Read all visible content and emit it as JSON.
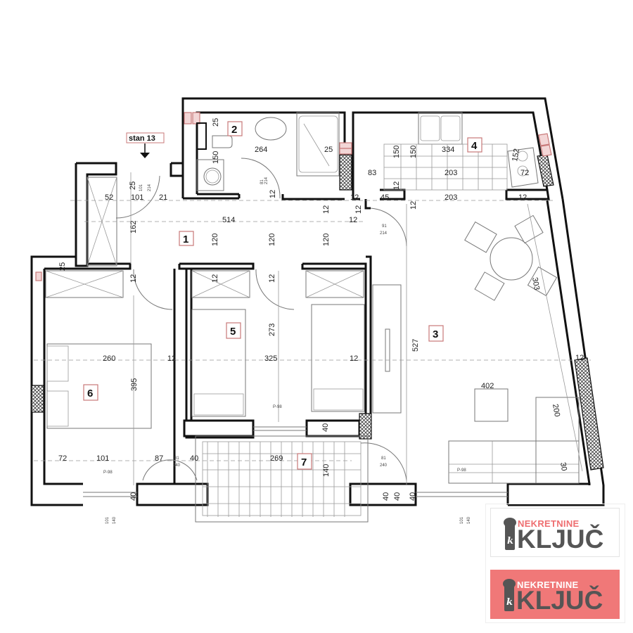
{
  "plan": {
    "apartment_label": "stan 13",
    "rooms": [
      {
        "number": "1"
      },
      {
        "number": "2"
      },
      {
        "number": "3"
      },
      {
        "number": "4"
      },
      {
        "number": "5"
      },
      {
        "number": "6"
      },
      {
        "number": "7"
      }
    ],
    "dimensions": {
      "entry_52": "52",
      "entry_101": "101",
      "entry_21": "21",
      "entry_25": "25",
      "entry_162": "162",
      "hall_514": "514",
      "hall_120a": "120",
      "hall_120b": "120",
      "hall_120c": "120",
      "hall_12a": "12",
      "hall_12b": "12",
      "hall_12c": "12",
      "hall_12d": "12",
      "hall_12e": "12",
      "bath_25a": "25",
      "bath_264": "264",
      "bath_25b": "25",
      "bath_150": "150",
      "kit_150a": "150",
      "kit_150b": "150",
      "kit_334": "334",
      "kit_152": "152",
      "kit_83": "83",
      "kit_203a": "203",
      "kit_203b": "203",
      "kit_72": "72",
      "kit_12": "12",
      "kit_45": "45",
      "kit_12b": "12",
      "kit_12c": "12",
      "bed6_25": "25",
      "bed6_12": "12",
      "bed6_260": "260",
      "bed6_395": "395",
      "bed6_12b": "12",
      "bed5_12a": "12",
      "bed5_12b": "12",
      "bed5_273": "273",
      "bed5_325": "325",
      "bed5_12c": "12",
      "bed5_40": "40",
      "liv_527": "527",
      "liv_303": "303",
      "liv_402": "402",
      "liv_200": "200",
      "liv_30": "30",
      "liv_12": "12",
      "bot_72": "72",
      "bot_101": "101",
      "bot_87": "87",
      "bot_40a": "40",
      "bot_40b": "40",
      "bal_269": "269",
      "bal_140": "140",
      "liv_40a": "40",
      "liv_40b": "40",
      "liv_40c": "40"
    },
    "door_specs": {
      "d91_214": [
        "91",
        "214"
      ],
      "d81_214": [
        "81",
        "214"
      ],
      "d101_214": [
        "101",
        "214"
      ],
      "d81_240": [
        "81",
        "240"
      ],
      "w101_140": [
        "101",
        "140"
      ]
    },
    "window_tag": "P-98"
  },
  "logos": [
    {
      "top_text": "NEKRETNINE",
      "main_text": "KLJUČ",
      "key_letter": "k",
      "background": "#ffffff",
      "top_color": "#ee6e70"
    },
    {
      "top_text": "NEKRETNINE",
      "main_text": "KLJUČ",
      "key_letter": "k",
      "background": "#f07878",
      "top_color": "#ffffff"
    }
  ],
  "colors": {
    "wall": "#111111",
    "room_tag_border": "#c87878",
    "brand_red": "#f07878",
    "brand_gray": "#555555"
  }
}
